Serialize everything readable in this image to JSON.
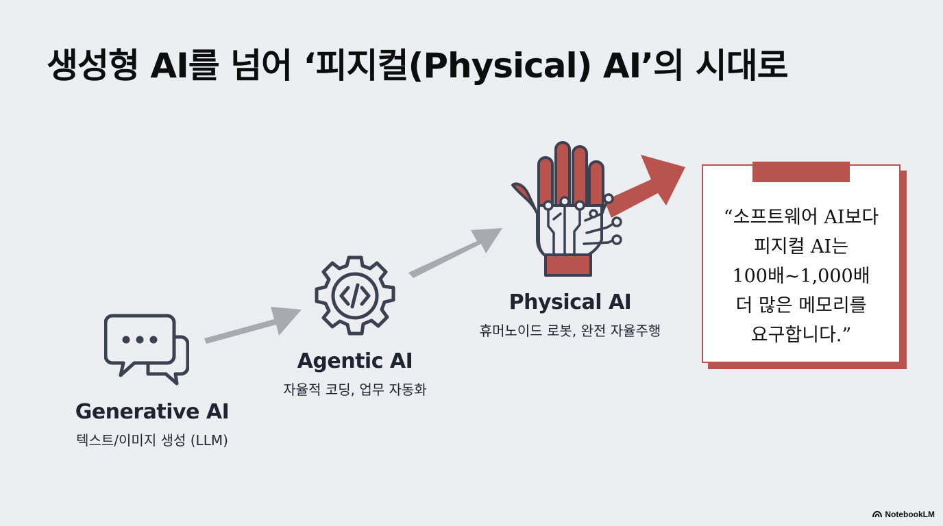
{
  "title": "생성형 AI를 넘어 ‘피지컬(Physical) AI’의 시대로",
  "stages": [
    {
      "name": "Generative AI",
      "desc": "텍스트/이미지 생성 (LLM)",
      "icon": "chat-bubbles-icon"
    },
    {
      "name": "Agentic AI",
      "desc": "자율적 코딩, 업무 자동화",
      "icon": "gear-code-icon"
    },
    {
      "name": "Physical AI",
      "desc": "휴머노이드 로봇, 완전 자율주행",
      "icon": "robot-hand-icon"
    }
  ],
  "quote": {
    "lines": [
      "“소프트웨어 AI보다",
      "피지컬 AI는",
      "100배~1,000배",
      "더 많은 메모리를",
      "요구합니다.”"
    ]
  },
  "brand": "NotebookLM",
  "colors": {
    "accent": "#b9534d",
    "icon_stroke": "#3b4150",
    "arrow_gray": "#a8aab0",
    "background": "#eceef2"
  }
}
